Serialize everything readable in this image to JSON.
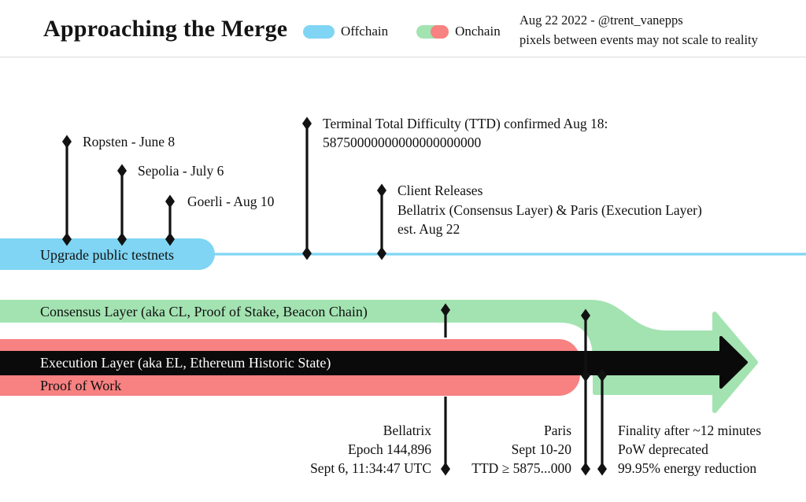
{
  "header": {
    "title": "Approaching the Merge",
    "legend_offchain": "Offchain",
    "legend_onchain": "Onchain",
    "credit_line1": "Aug 22 2022 - @trent_vanepps",
    "credit_line2": "pixels between events may not scale to reality"
  },
  "colors": {
    "blue": "#7fd5f3",
    "green": "#a3e3b1",
    "red": "#f88181",
    "black": "#0a0a0a"
  },
  "bands": {
    "testnets": "Upgrade public testnets",
    "consensus": "Consensus Layer (aka CL, Proof of Stake, Beacon Chain)",
    "execution": "Execution Layer (aka EL, Ethereum Historic State)",
    "pow": "Proof of Work"
  },
  "events": {
    "ropsten": "Ropsten - June 8",
    "sepolia": "Sepolia - July 6",
    "goerli": "Goerli - Aug 10",
    "ttd_line1": "Terminal Total Difficulty (TTD) confirmed Aug 18:",
    "ttd_line2": "58750000000000000000000",
    "client_line1": "Client Releases",
    "client_line2": "Bellatrix (Consensus Layer) & Paris (Execution Layer)",
    "client_line3": "est. Aug 22",
    "bellatrix": [
      "Bellatrix",
      "Epoch 144,896",
      "Sept 6, 11:34:47 UTC"
    ],
    "paris": [
      "Paris",
      "Sept 10-20",
      "TTD ≥ 5875...000"
    ],
    "finality": [
      "Finality after ~12 minutes",
      "PoW deprecated",
      "99.95% energy reduction"
    ]
  }
}
